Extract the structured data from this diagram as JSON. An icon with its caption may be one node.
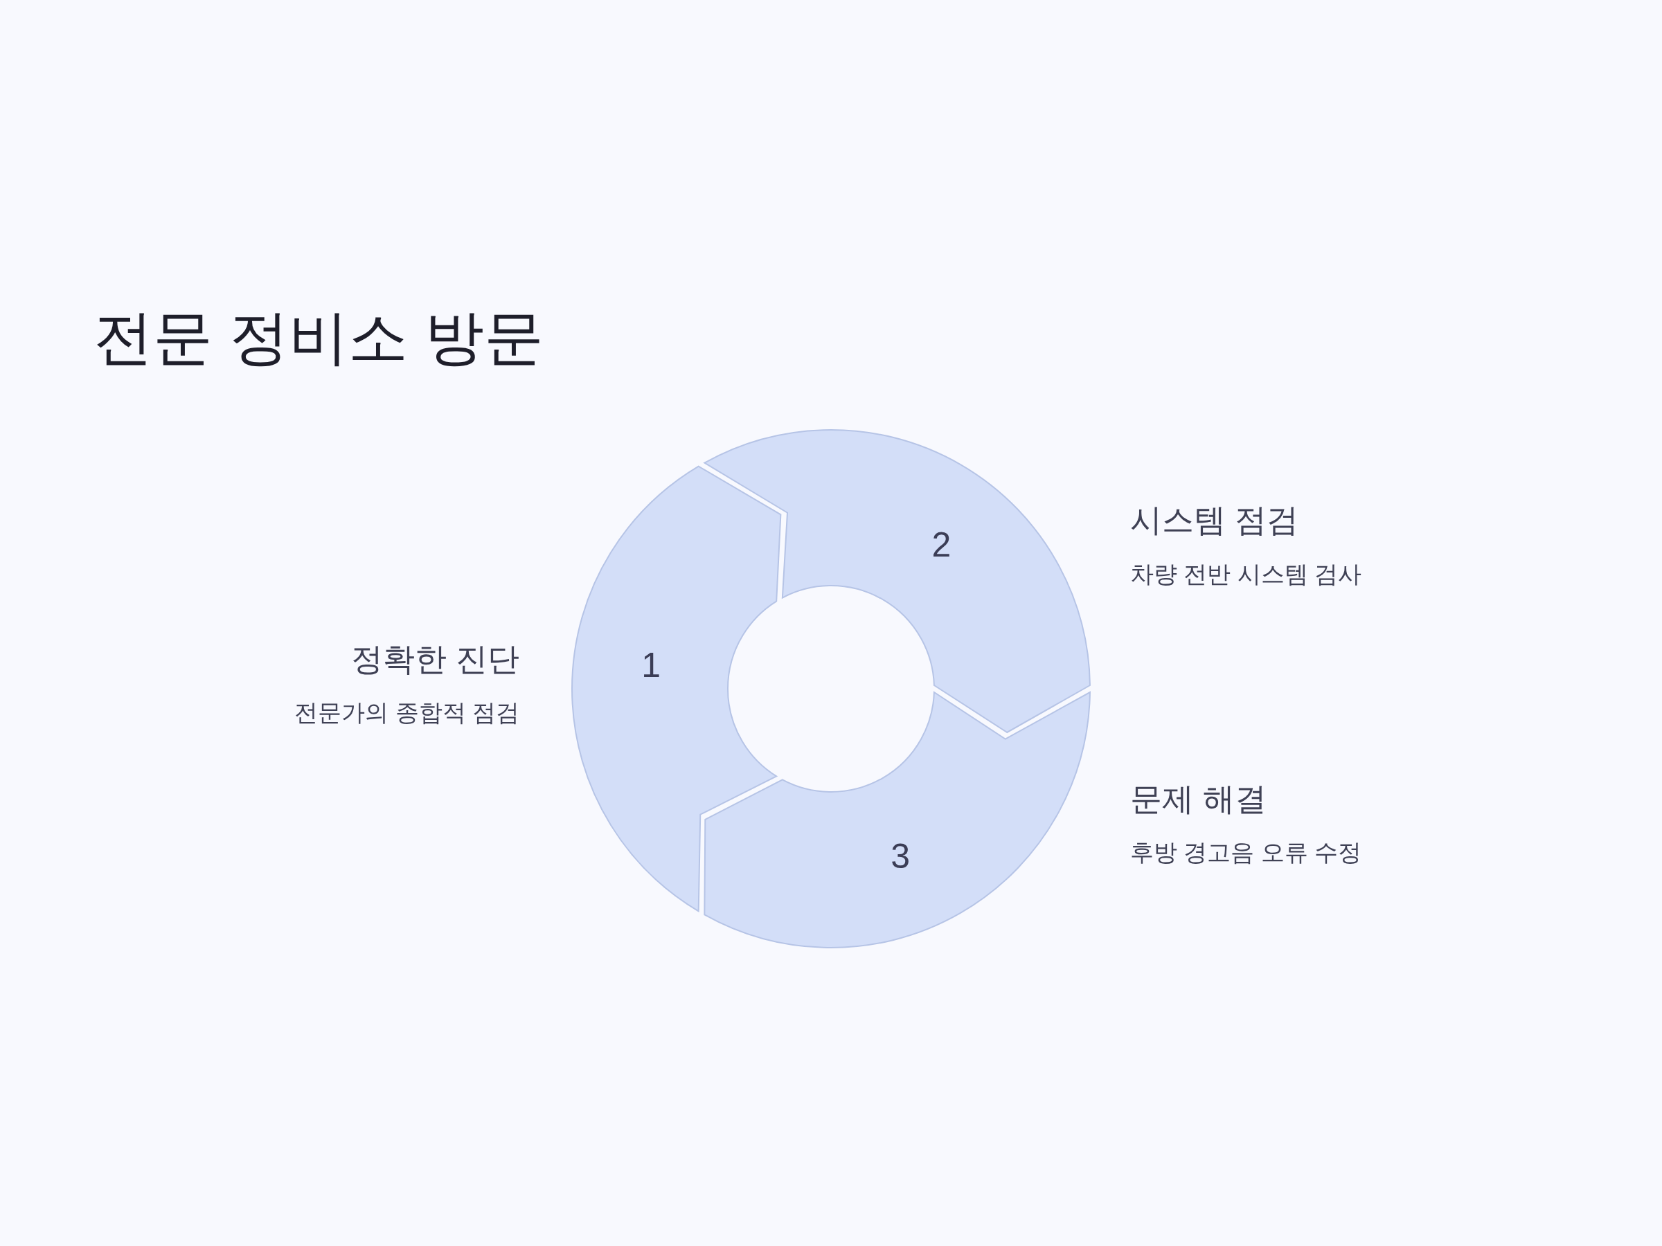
{
  "diagram": {
    "title": "전문 정비소 방문",
    "nodes": [
      {
        "text": [
          "1"
        ],
        "beside": [
          "정확한 진단",
          "전문가의 종합적 점검"
        ]
      },
      {
        "text": [
          "2"
        ],
        "beside": [
          "시스템 점검",
          "차량 전반 시스템 검사"
        ]
      },
      {
        "text": [
          "3"
        ],
        "beside": [
          "문제 해결",
          "후방 경고음 오류 수정"
        ]
      }
    ]
  }
}
